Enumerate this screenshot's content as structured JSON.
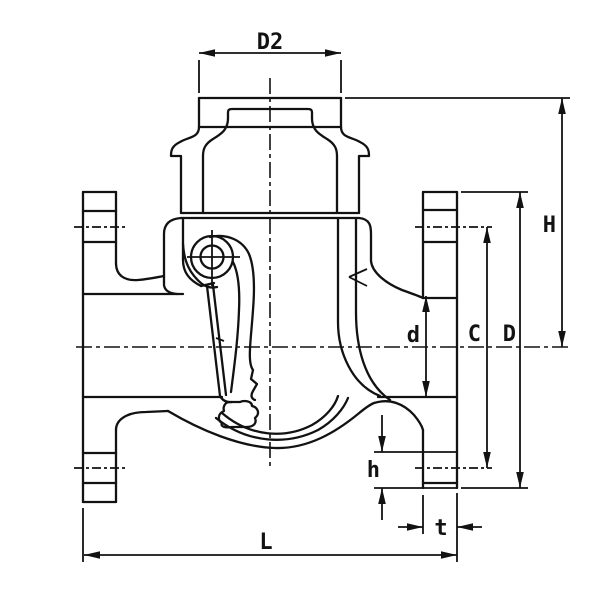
{
  "drawing": {
    "type": "engineering-cross-section",
    "subject": "swing check valve, flanged, half-section side view",
    "colors": {
      "line": "#121212",
      "background": "#ffffff"
    },
    "dimension_labels": {
      "top_width": "D2",
      "overall_height": "H",
      "bore_diameter": "d",
      "bolt_circle": "C",
      "flange_outer_diameter": "D",
      "flange_edge_height": "h",
      "flange_thickness": "t",
      "face_to_face_length": "L"
    }
  }
}
